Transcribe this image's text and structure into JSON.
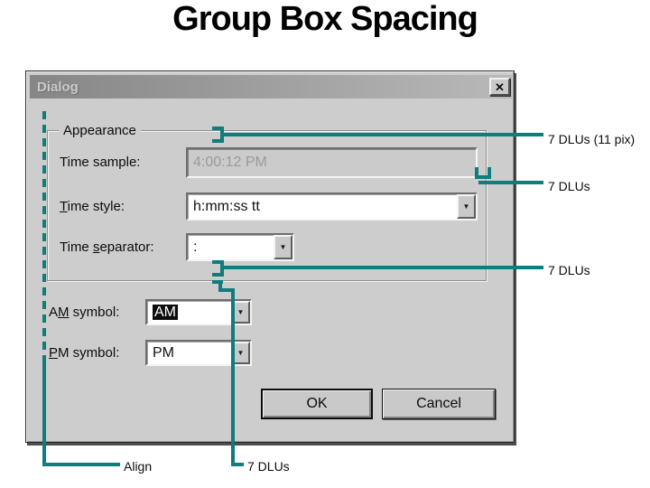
{
  "page": {
    "title": "Group Box Spacing"
  },
  "colors": {
    "teal": "#107c7c",
    "dialog_bg": "#cdcdcd",
    "selection_bg": "#0d0d0d"
  },
  "icons": {
    "close": "✕",
    "dropdown": "▼"
  },
  "dialog": {
    "title": "Dialog",
    "groupbox": {
      "label": "Appearance"
    },
    "fields": {
      "time_sample": {
        "label": "Time sample:",
        "value": "4:00:12 PM"
      },
      "time_style": {
        "label_pre": "",
        "label_mn": "T",
        "label_post": "ime style:",
        "value": "h:mm:ss tt"
      },
      "time_separator": {
        "label_pre": "Time ",
        "label_mn": "s",
        "label_post": "eparator:",
        "value": ":"
      },
      "am_symbol": {
        "label_pre": "A",
        "label_mn": "M",
        "label_post": " symbol:",
        "value": "AM"
      },
      "pm_symbol": {
        "label_pre": "",
        "label_mn": "P",
        "label_post": "M symbol:",
        "value": "PM"
      }
    },
    "buttons": {
      "ok": "OK",
      "cancel": "Cancel"
    }
  },
  "annotations": {
    "gap_top": "7 DLUs (11 pix)",
    "gap_right": "7 DLUs",
    "gap_separator": "7 DLUs",
    "align": "Align",
    "gap_bottom": "7 DLUs"
  }
}
